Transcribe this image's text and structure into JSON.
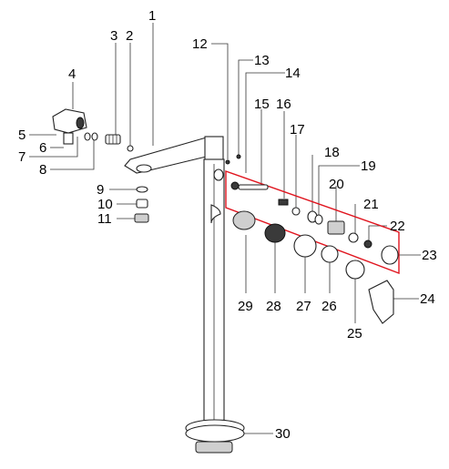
{
  "diagram": {
    "highlight_color": "#e0141e",
    "labels": [
      "1",
      "2",
      "3",
      "4",
      "5",
      "6",
      "7",
      "8",
      "9",
      "10",
      "11",
      "12",
      "13",
      "14",
      "15",
      "16",
      "17",
      "18",
      "19",
      "20",
      "21",
      "22",
      "23",
      "24",
      "25",
      "26",
      "27",
      "28",
      "29",
      "30"
    ]
  }
}
